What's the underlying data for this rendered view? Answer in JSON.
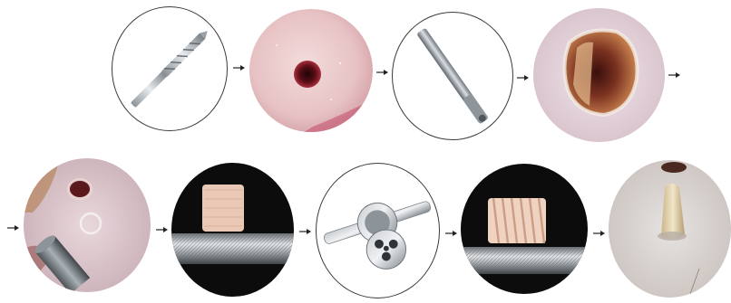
{
  "figure": {
    "rows": [
      {
        "steps": [
          {
            "name": "drill-bit",
            "icon": "drill-bit-icon"
          },
          {
            "name": "drilled-hole",
            "icon": "bone-hole-icon"
          },
          {
            "name": "reamer",
            "icon": "reamer-rod-icon"
          },
          {
            "name": "enlarged-defect",
            "icon": "bone-defect-icon"
          }
        ]
      },
      {
        "steps": [
          {
            "name": "core-harvest",
            "icon": "trephine-site-icon"
          },
          {
            "name": "bone-plug-on-rod",
            "icon": "bone-plug-icon"
          },
          {
            "name": "tap-and-die",
            "icon": "die-wrench-icon"
          },
          {
            "name": "threaded-plug",
            "icon": "threaded-plug-icon"
          },
          {
            "name": "implanted-plug",
            "icon": "implanted-plug-icon"
          }
        ]
      }
    ],
    "arrow_color": "#222222"
  }
}
